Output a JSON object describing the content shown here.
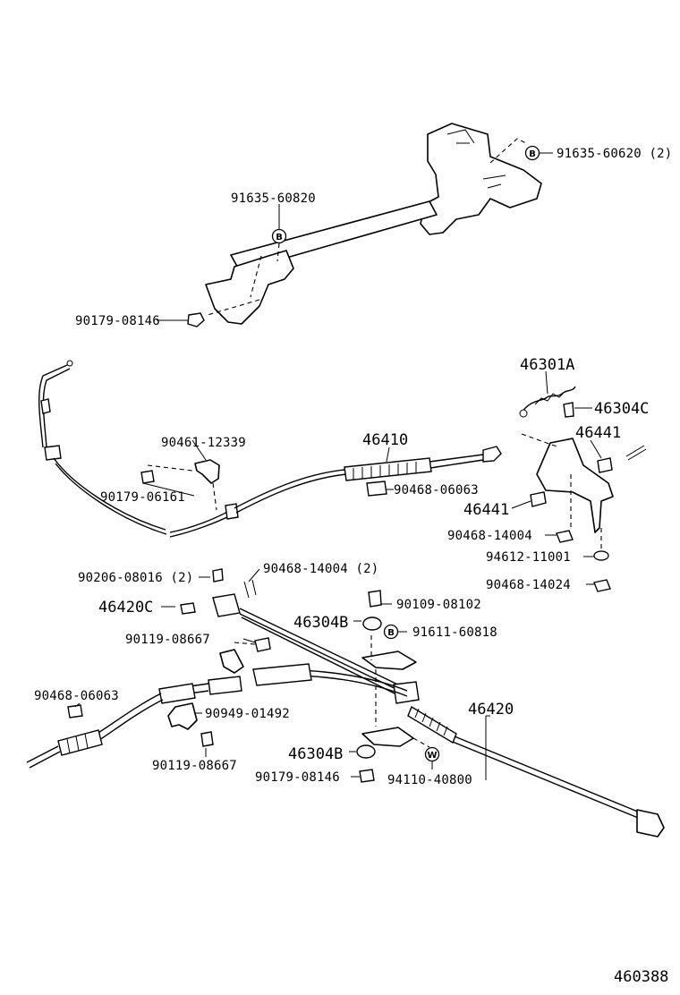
{
  "labels": {
    "p_91635_60620": "91635-60620 (2)",
    "p_91635_60820": "91635-60820",
    "p_90179_08146_top": "90179-08146",
    "p_46301A": "46301A",
    "p_46304C": "46304C",
    "p_46441_top": "46441",
    "p_46441_bottom": "46441",
    "p_90461_12339": "90461-12339",
    "p_46410": "46410",
    "p_90179_06161": "90179-06161",
    "p_90468_06063_mid": "90468-06063",
    "p_90468_14004": "90468-14004",
    "p_94612_11001": "94612-11001",
    "p_90468_14024": "90468-14024",
    "p_90206_08016": "90206-08016 (2)",
    "p_90468_14004_2": "90468-14004 (2)",
    "p_46420C": "46420C",
    "p_90109_08102": "90109-08102",
    "p_46304B_top": "46304B",
    "p_91611_60818": "91611-60818",
    "p_90119_08667_top": "90119-08667",
    "p_90468_06063_left": "90468-06063",
    "p_90949_01492": "90949-01492",
    "p_46420": "46420",
    "p_90119_08667_bottom": "90119-08667",
    "p_46304B_bottom": "46304B",
    "p_90179_08146_bottom": "90179-08146",
    "p_94110_40800": "94110-40800",
    "diagram_code": "460388"
  },
  "marks": {
    "b": "B",
    "w": "W"
  }
}
